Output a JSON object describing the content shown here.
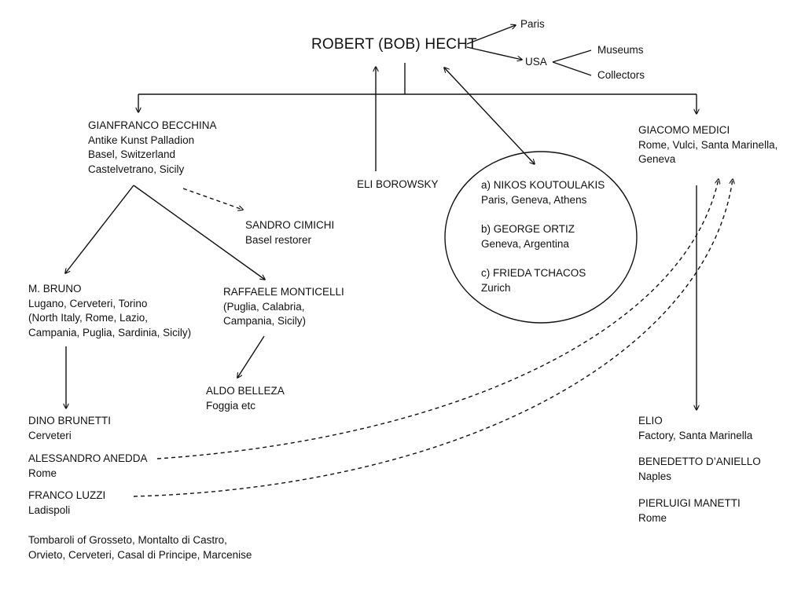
{
  "title": "ROBERT (BOB) HECHT",
  "hecht_destinations": {
    "paris": "Paris",
    "usa": "USA",
    "museums": "Museums",
    "collectors": "Collectors"
  },
  "nodes": {
    "becchina": [
      "GIANFRANCO BECCHINA",
      "Antike Kunst Palladion",
      "Basel, Switzerland",
      "Castelvetrano, Sicily"
    ],
    "borowsky": [
      "ELI BOROWSKY"
    ],
    "medici": [
      "GIACOMO MEDICI",
      "Rome, Vulci, Santa Marinella,",
      "Geneva"
    ],
    "cimichi": [
      "SANDRO CIMICHI",
      "Basel restorer"
    ],
    "bruno": [
      "M. BRUNO",
      "Lugano, Cerveteri, Torino",
      "(North Italy, Rome, Lazio,",
      "Campania, Puglia, Sardinia, Sicily)"
    ],
    "monticelli": [
      "RAFFAELE  MONTICELLI",
      "(Puglia, Calabria,",
      "Campania, Sicily)"
    ],
    "belleza": [
      "ALDO BELLEZA",
      "Foggia etc"
    ],
    "brunetti": [
      "DINO BRUNETTI",
      "Cerveteri"
    ],
    "anedda": [
      "ALESSANDRO ANEDDA",
      "Rome"
    ],
    "luzzi": [
      "FRANCO LUZZI",
      "Ladispoli"
    ],
    "tombaroli": [
      "Tombaroli of Grosseto, Montalto di Castro,",
      "Orvieto, Cerveteri, Casal di Principe, Marcenise"
    ],
    "elio": [
      "ELIO",
      "Factory, Santa Marinella"
    ],
    "daniello": [
      "BENEDETTO D’ANIELLO",
      "Naples"
    ],
    "manetti": [
      "PIERLUIGI MANETTI",
      "Rome"
    ]
  },
  "circle_group": [
    [
      "a) NIKOS KOUTOULAKIS",
      "Paris, Geneva, Athens"
    ],
    [
      "b) GEORGE ORTIZ",
      "Geneva, Argentina"
    ],
    [
      "c) FRIEDA TCHACOS",
      "Zurich"
    ]
  ]
}
